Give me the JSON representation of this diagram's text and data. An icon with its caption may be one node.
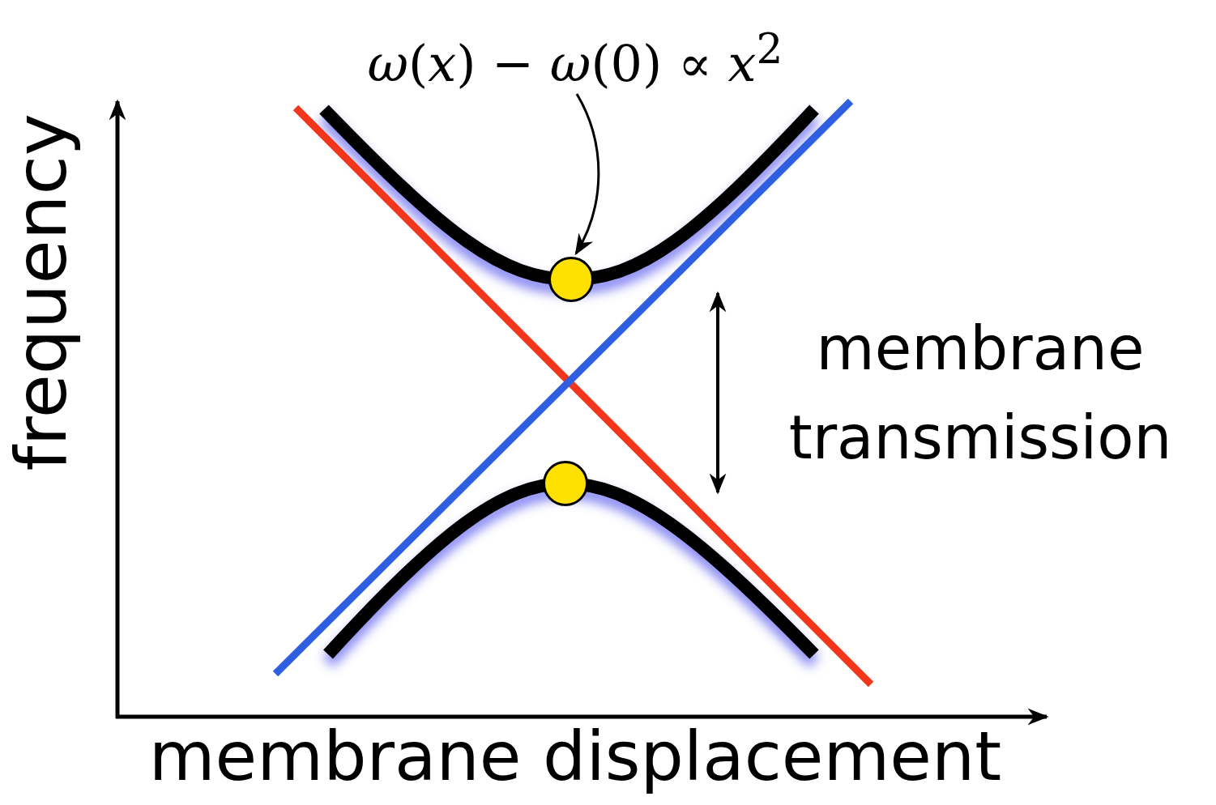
{
  "diagram": {
    "nodes": [
      {
        "text": [
          "*ω*(*x*) − *ω*(0) ∝ *x*$^{2}$"
        ]
      },
      {
        "text": [],
        "shape": "circle"
      },
      {
        "text": [],
        "shape": "circle"
      }
    ],
    "edges": [
      {
        "from": 0,
        "to": 1,
        "arrow": "to"
      }
    ],
    "labels": [
      "frequency",
      "membrane transmission",
      "membrane displacement"
    ]
  }
}
